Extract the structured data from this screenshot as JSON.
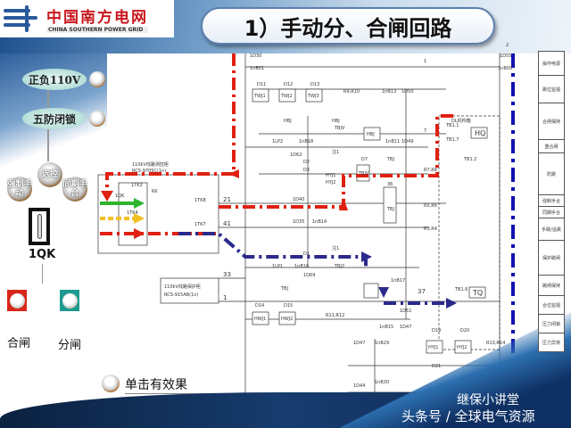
{
  "logo": {
    "cn": "中国南方电网",
    "en": "CHINA SOUTHERN POWER GRID"
  },
  "title": "1）手动分、合闸回路",
  "left": {
    "power": "正负110V",
    "interlock": "五防闭锁",
    "remote": "远控",
    "forced": "强制手动",
    "sync": "同期手合",
    "switch": "1QK",
    "close": "合闸",
    "open": "分闸",
    "hint": "单击有效果"
  },
  "right_labels": [
    "操作电源",
    "跳位监视",
    "合闸保持",
    "重合闸",
    "防跳",
    "强制手合",
    "同期手合",
    "手跳/遥跳",
    "保护跳闸",
    "跳闸保持",
    "合位监视",
    "压力闭锁",
    "压力异常"
  ],
  "diagram": {
    "box1": [
      "110kV线路测控柜",
      "RCS-9705C(1n)"
    ],
    "box2": [
      "110kV线路保护柜",
      "RCS-915AB(1n)"
    ],
    "mech": "DL机构箱",
    "labels": [
      "1D30",
      "1nB01",
      "D11",
      "D12",
      "D13",
      "TWJ1",
      "TWJ2",
      "TWJ3",
      "R9,R10",
      "1nB13",
      "1D50",
      "1",
      "2",
      "1D55",
      "1nB09",
      "HBJ",
      "HBJ",
      "TBJV",
      "HBJ",
      "1nB11",
      "1D49",
      "7",
      "TB1.1",
      "TB1.7",
      "HQ",
      "TB1.2",
      "1LP2",
      "1nB18",
      "1D62",
      "D2",
      "D3",
      "注1",
      "HYJ1",
      "HYJ2",
      "D7",
      "TBJ",
      "TBJV",
      "R7,R8",
      "1D40",
      "1D35",
      "1nB14",
      "36",
      "TBJ",
      "R5,R6",
      "R3,R4",
      "D1",
      "注1",
      "TBJ2",
      "1LP1",
      "1nB16",
      "1D69",
      "TBJ",
      "1nB17",
      "37",
      "TB1.6",
      "TQ",
      "1D51",
      "D14",
      "D15",
      "HWJ1",
      "HWJ2",
      "R11,R12",
      "1nB15",
      "1D47",
      "1D47",
      "1nB29",
      "D19",
      "D20",
      "HYJ1",
      "HYJ2",
      "R13,R14",
      "1D44",
      "1nB30",
      "D21",
      "21",
      "41",
      "33",
      "1",
      "1QK",
      "1TK3",
      "1TK4",
      "1TK7",
      "1TK8",
      "KK"
    ]
  },
  "watermark": {
    "brand": "继保小讲堂",
    "source": "头条号 / 全球电气资源"
  },
  "colors": {
    "close_path": "#e02010",
    "open_path": "#2a2a8c",
    "green": "#2db52d",
    "yellow": "#f0c020",
    "blue_bar": "#1010b0"
  }
}
